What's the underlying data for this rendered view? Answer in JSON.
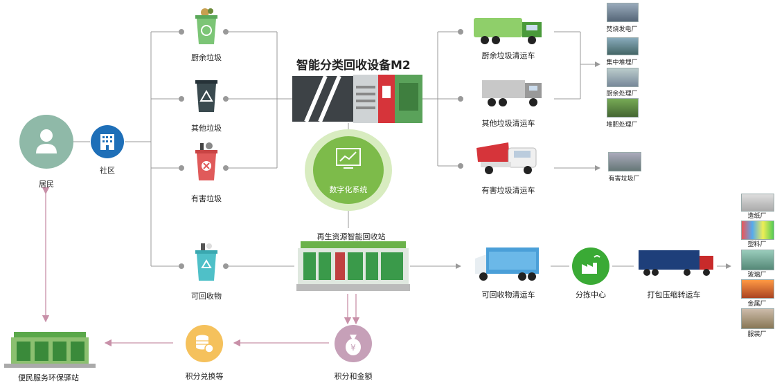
{
  "title": "智能分类回收设备M2",
  "resident": {
    "label": "居民"
  },
  "community": {
    "label": "社区"
  },
  "bins": {
    "kitchen": "厨余垃圾",
    "other": "其他垃圾",
    "hazardous": "有害垃圾",
    "recyclable": "可回收物"
  },
  "digital": {
    "label": "数字化系统"
  },
  "station": {
    "label": "再生资源智能回收站"
  },
  "trucks": {
    "kitchen": "厨余垃圾清运车",
    "other": "其他垃圾清运车",
    "hazardous": "有害垃圾清运车",
    "recyclable": "可回收物清运车",
    "compress": "打包压缩转运车"
  },
  "plants": {
    "incineration": "焚烧发电厂",
    "landfill": "集中堆埋厂",
    "kitchen_proc": "厨余处理厂",
    "compost": "堆肥处理厂",
    "hazardous": "有害垃圾厂"
  },
  "sorting": {
    "label": "分拣中心"
  },
  "factories": {
    "paper": "造纸厂",
    "plastic": "塑料厂",
    "glass": "玻璃厂",
    "metal": "金属厂",
    "clothing": "服装厂"
  },
  "bottom": {
    "points_money": "积分和金额",
    "points_exchange": "积分兑换等",
    "service_station": "便民服务环保驿站"
  },
  "colors": {
    "kitchen_bin": "#7cc576",
    "other_bin": "#3a4a4f",
    "hazardous_bin": "#e05a5a",
    "recyclable_bin": "#4fc0c8",
    "digital_ring": "#d8ecc0",
    "digital_core": "#7dbb4a",
    "community": "#1e6fb8",
    "resident": "#8fb9a8",
    "sorting": "#3aaa35",
    "exchange": "#f5c15c",
    "money": "#c6a0b8"
  }
}
